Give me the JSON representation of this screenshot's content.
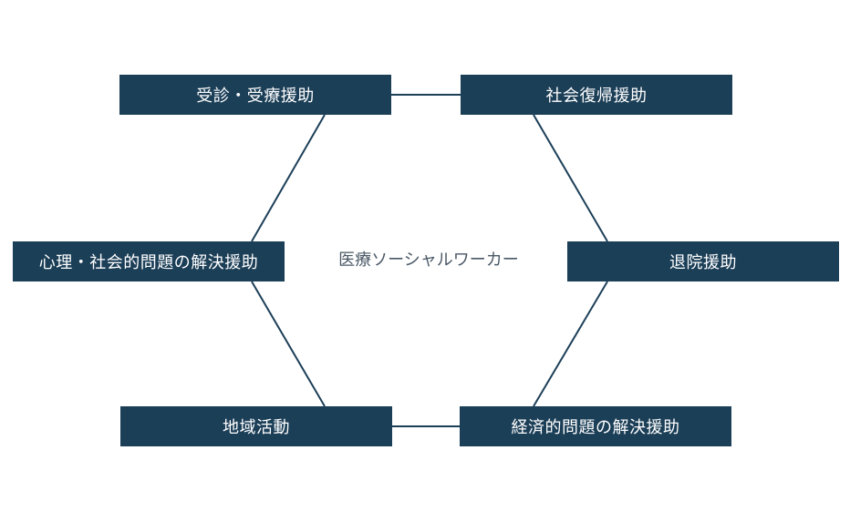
{
  "center": {
    "label": "医療ソーシャルワーカー"
  },
  "nodes": {
    "top_left": "受診・受療援助",
    "top_right": "社会復帰援助",
    "mid_left": "心理・社会的問題の解決援助",
    "mid_right": "退院援助",
    "bottom_left": "地域活動",
    "bottom_right": "経済的問題の解決援助"
  },
  "colors": {
    "node_fill": "#1c3f58",
    "node_text": "#ffffff",
    "connector": "#1c3f58",
    "center_text": "#4a5866"
  }
}
